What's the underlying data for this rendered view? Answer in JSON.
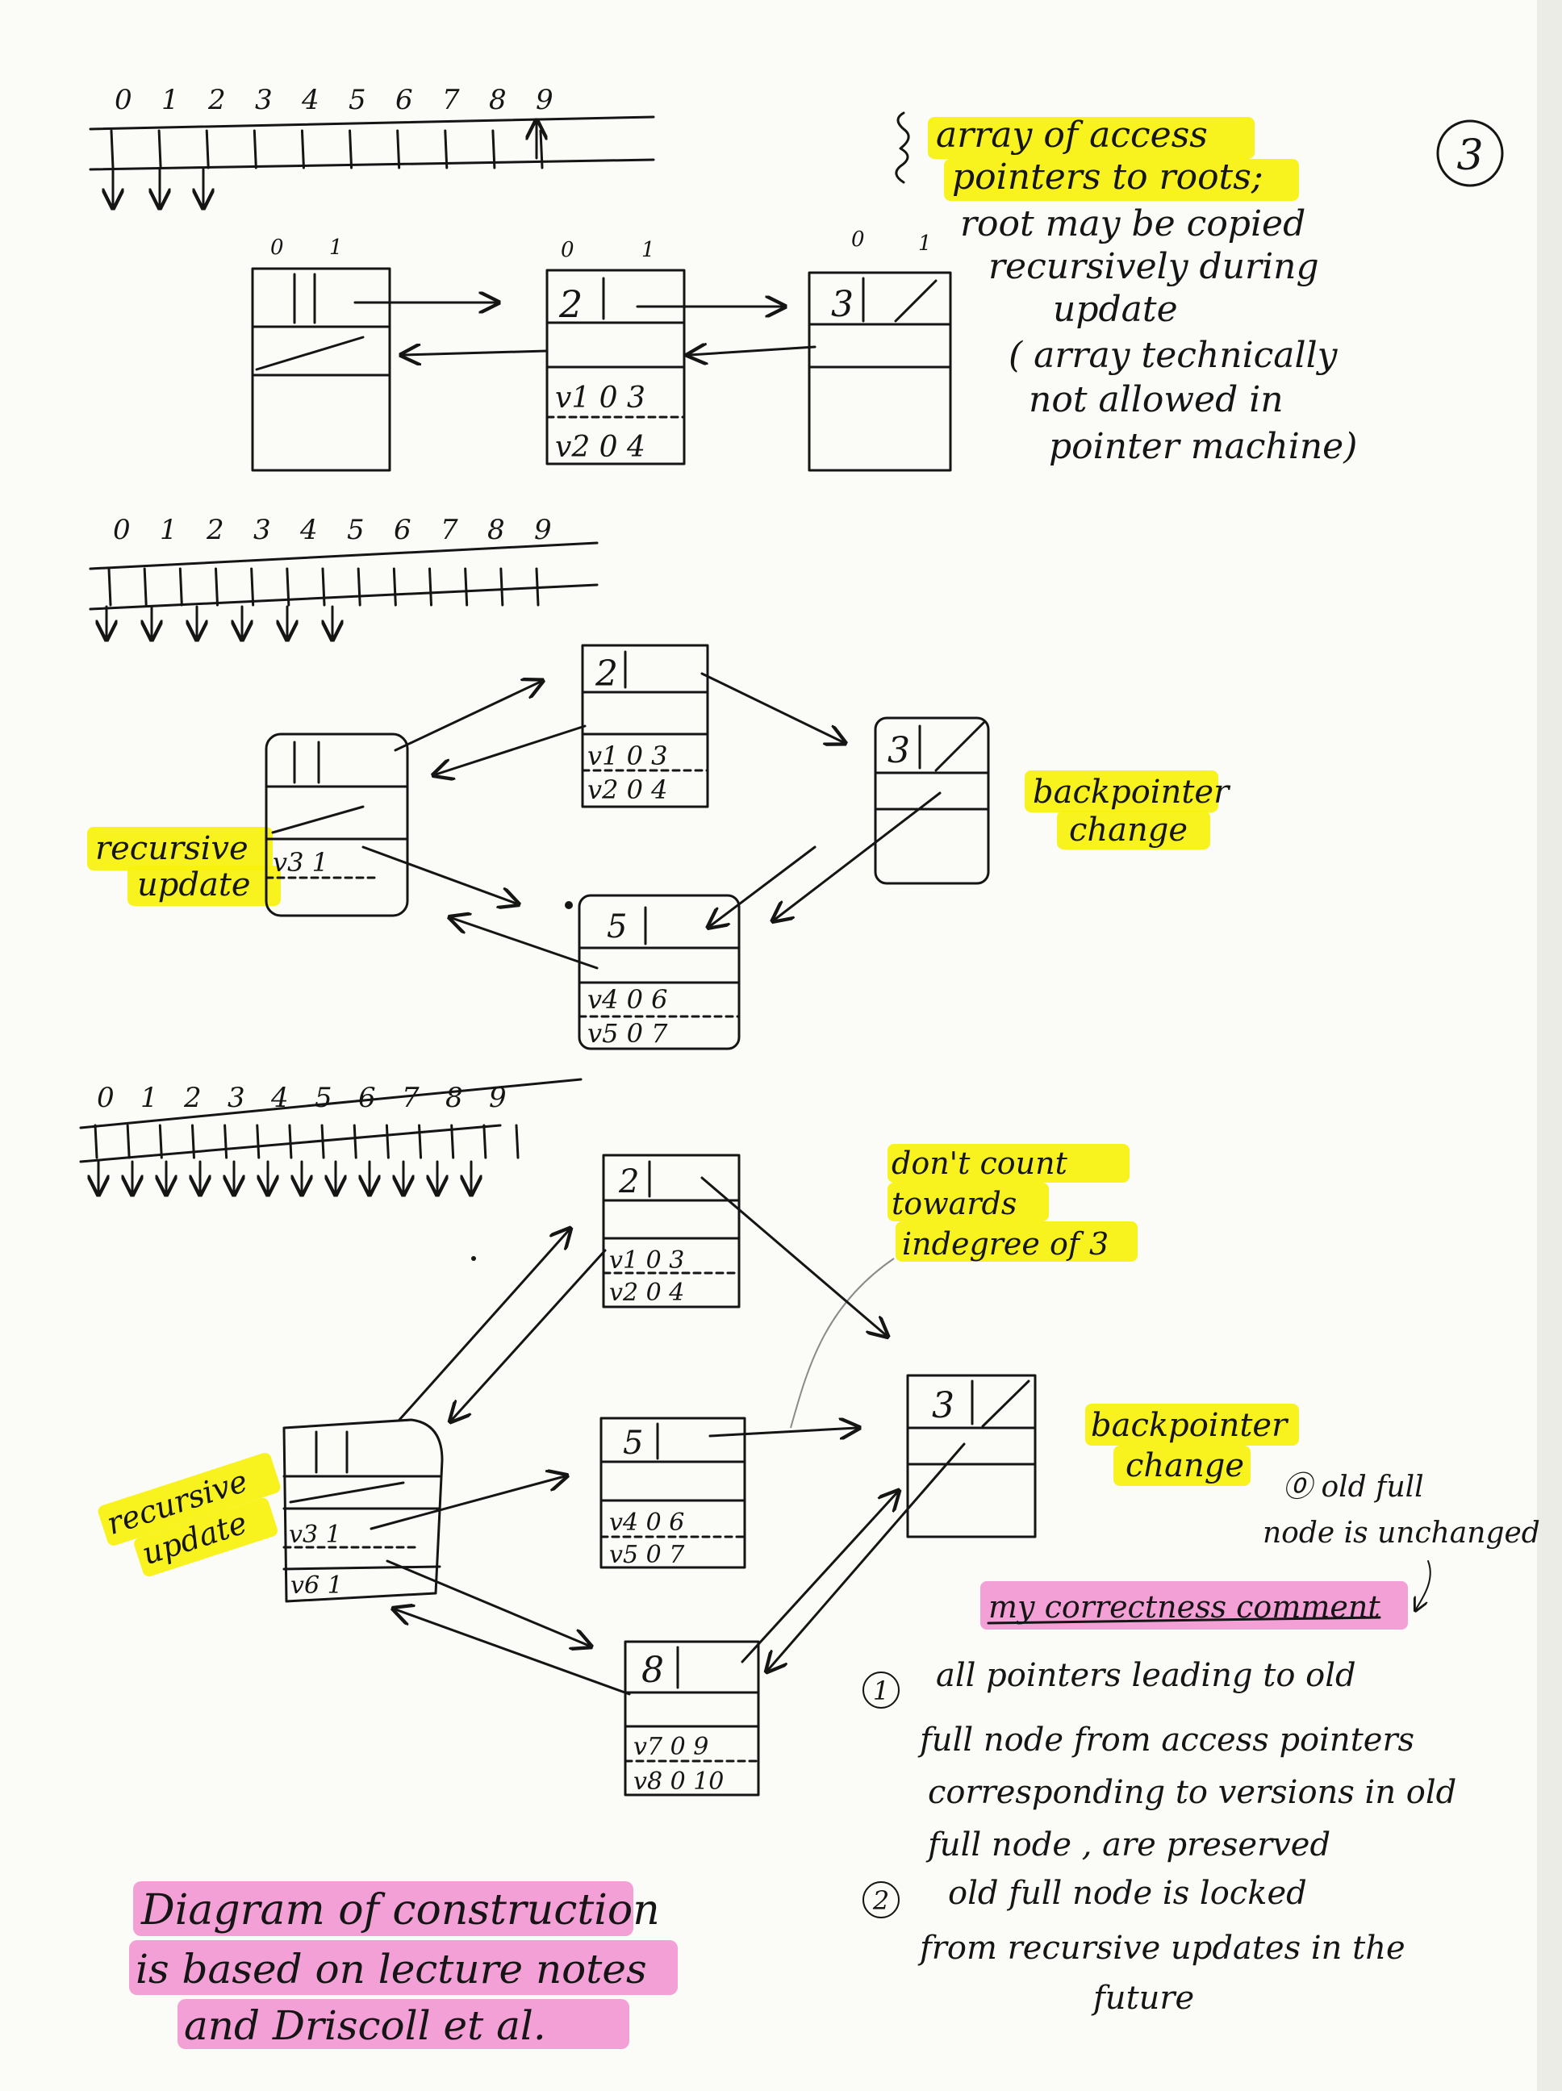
{
  "page_number": "3",
  "array_indices": [
    "0",
    "1",
    "2",
    "3",
    "4",
    "5",
    "6",
    "7",
    "8",
    "9"
  ],
  "notes": {
    "array_note_1": "array of access",
    "array_note_2": "pointers to roots;",
    "array_note_3": "root may be copied",
    "array_note_4": "recursively during",
    "array_note_5": "update",
    "array_note_6": "( array technically",
    "array_note_7": "not allowed in",
    "array_note_8": "pointer machine)",
    "recursive_update_1": "recursive",
    "recursive_update_2": "update",
    "backpointer_change_1": "backpointer",
    "backpointer_change_2": "change",
    "dont_count_1": "don't count",
    "dont_count_2": "towards",
    "dont_count_3": "indegree of 3",
    "old_full_1": "⓪ old full",
    "old_full_2": "node is unchanged",
    "correctness_title": "my correctness comment",
    "point1_1": "all pointers leading to old",
    "point1_2": "full node from access pointers",
    "point1_3": "corresponding to versions in old",
    "point1_4": "full node , are preserved",
    "point2_1": "old full node is locked",
    "point2_2": "from recursive updates in the",
    "point2_3": "future",
    "num1": "1",
    "num2": "2",
    "footer_1": "Diagram of construction",
    "footer_2": "is based on lecture notes",
    "footer_3": "and Driscoll et al."
  },
  "nodes": {
    "d1_n1": {
      "key": "1"
    },
    "d1_n2": {
      "key": "2",
      "mods": [
        "v1 0 3",
        "v2 0 4"
      ]
    },
    "d1_n3": {
      "key": "3"
    },
    "d2_n1": {
      "key": "1",
      "mods": [
        "v3 1"
      ]
    },
    "d2_n2": {
      "key": "2",
      "mods": [
        "v1 0 3",
        "v2 0 4"
      ]
    },
    "d2_n3": {
      "key": "3"
    },
    "d2_n5": {
      "key": "5",
      "mods": [
        "v4 0 6",
        "v5 0 7"
      ]
    },
    "d3_n1": {
      "key": "1",
      "mods": [
        "v3 1",
        "v6 1"
      ]
    },
    "d3_n2": {
      "key": "2",
      "mods": [
        "v1 0 3",
        "v2 0 4"
      ]
    },
    "d3_n5": {
      "key": "5",
      "mods": [
        "v4 0 6",
        "v5 0 7"
      ]
    },
    "d3_n3": {
      "key": "3"
    },
    "d3_n8": {
      "key": "8",
      "mods": [
        "v7 0 9",
        "v8 0 10"
      ]
    }
  },
  "field_labels": {
    "f0": "0",
    "f1": "1"
  }
}
